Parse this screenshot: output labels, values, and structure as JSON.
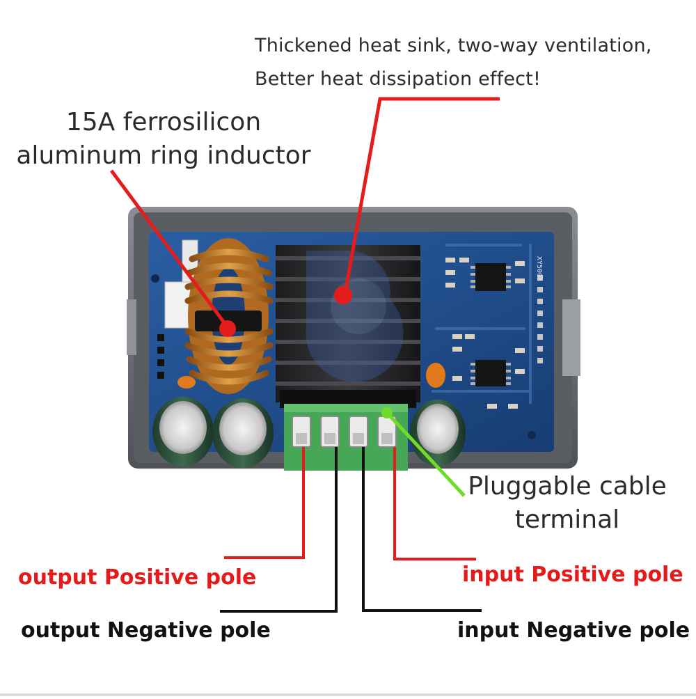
{
  "labels": {
    "heat_sink_line1": "Thickened heat sink, two-way ventilation,",
    "heat_sink_line2": "Better heat dissipation effect!",
    "inductor_line1": "15A ferrosilicon",
    "inductor_line2": "aluminum ring inductor",
    "terminal_line1": "Pluggable cable",
    "terminal_line2": "terminal",
    "output_positive": "output Positive pole",
    "output_negative": "output Negative pole",
    "input_positive": "input Positive pole",
    "input_negative": "input Negative pole"
  },
  "board_marking": "XY5008",
  "colors": {
    "callout_red": "#e51c1c",
    "callout_green": "#6fdc2a",
    "wire_black": "#111111",
    "pcb_blue": "#1d4a86",
    "case_gray": "#6d7176",
    "terminal_green": "#46a857",
    "inductor_copper": "#c9842e"
  }
}
